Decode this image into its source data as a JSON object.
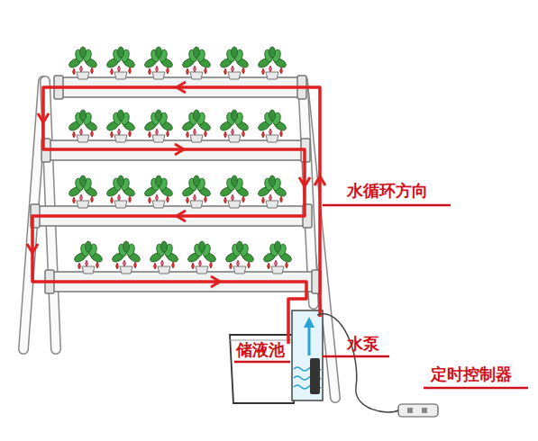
{
  "diagram": {
    "labels": [
      "水循环方向",
      "储液池",
      "水泵",
      "定时控制器"
    ]
  }
}
